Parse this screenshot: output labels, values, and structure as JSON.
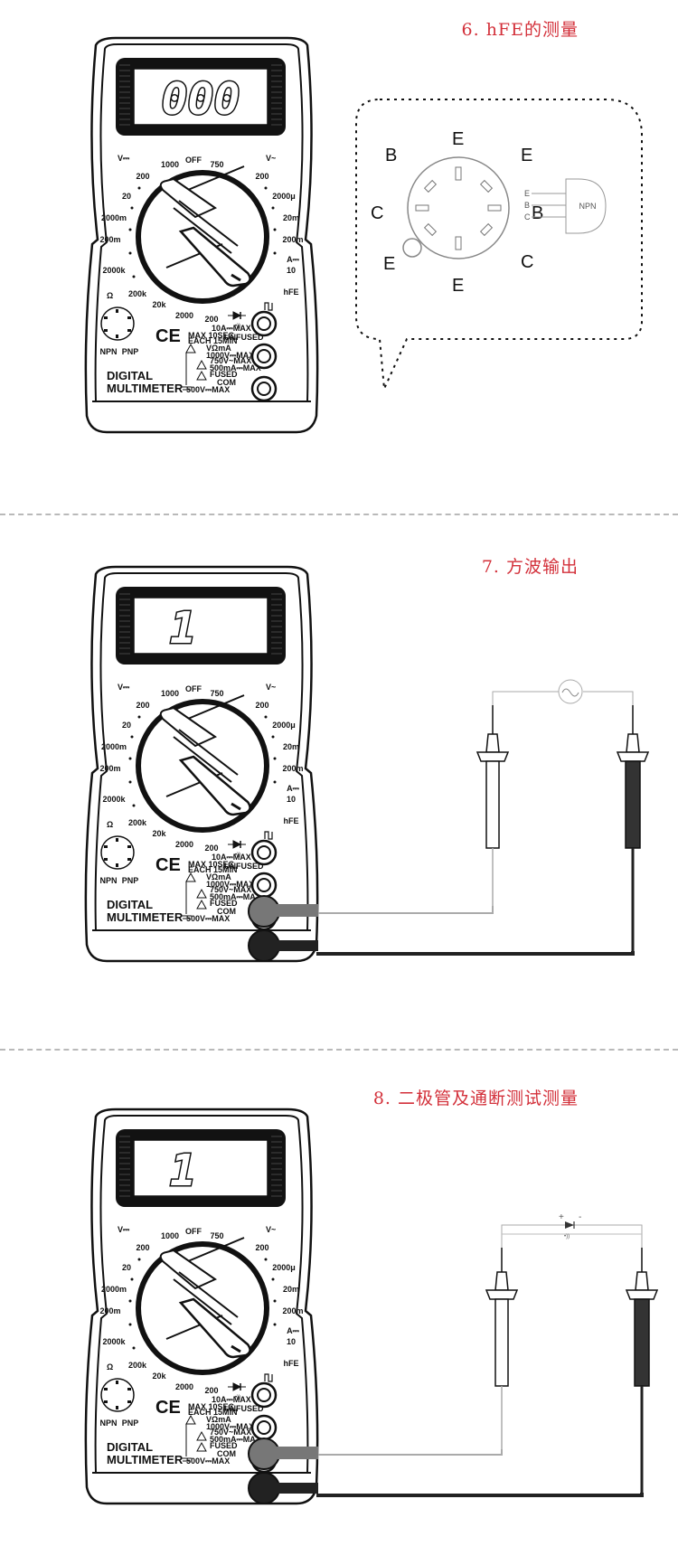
{
  "sections": [
    {
      "title": "6. hFE的测量",
      "meter": {
        "display": "000"
      },
      "socket": {
        "labels": {
          "e_top": "E",
          "b_left": "B",
          "e_right": "E",
          "c_left": "C",
          "b_right": "B",
          "e_left": "E",
          "c_right": "C",
          "e_bottom": "E"
        },
        "transistor": {
          "pins": [
            "E",
            "B",
            "C"
          ],
          "type": "NPN"
        }
      }
    },
    {
      "title": "7. 方波输出",
      "meter": {
        "display": "1"
      }
    },
    {
      "title": "8. 二极管及通断测试测量",
      "meter": {
        "display": "1"
      },
      "polarity": {
        "plus": "+",
        "minus": "-"
      }
    }
  ],
  "meter_labels": {
    "v_dc": "V⎓",
    "v_ac": "V~",
    "off": "OFF",
    "d1000": "1000",
    "d750": "750",
    "dc200": "200",
    "ac200": "200",
    "d20": "20",
    "d2000m": "2000m",
    "d200m": "200m",
    "d2000k": "2000k",
    "d200k": "200k",
    "d20k": "20k",
    "d2000": "2000",
    "d200": "200",
    "d2000u": "2000μ",
    "d20m": "20m",
    "d200m_a": "200m",
    "a_dc": "A⎓",
    "d10": "10",
    "hfe": "hFE",
    "ohm": "Ω",
    "npn": "NPN",
    "pnp": "PNP",
    "ce": "CE",
    "a10": "10A⎓MAX",
    "max10": "MAX 10SEC",
    "each15": "EACH 15MIN",
    "unfused": "UNFUSED",
    "vohm": "VΩmA",
    "v1000": "1000V⎓MAX",
    "v750": "750V~MAX",
    "ma500": "500mA⎓MAX",
    "fused": "FUSED",
    "com": "COM",
    "v500": "500V⎓MAX",
    "brand1": "DIGITAL",
    "brand2": "MULTIMETER"
  }
}
